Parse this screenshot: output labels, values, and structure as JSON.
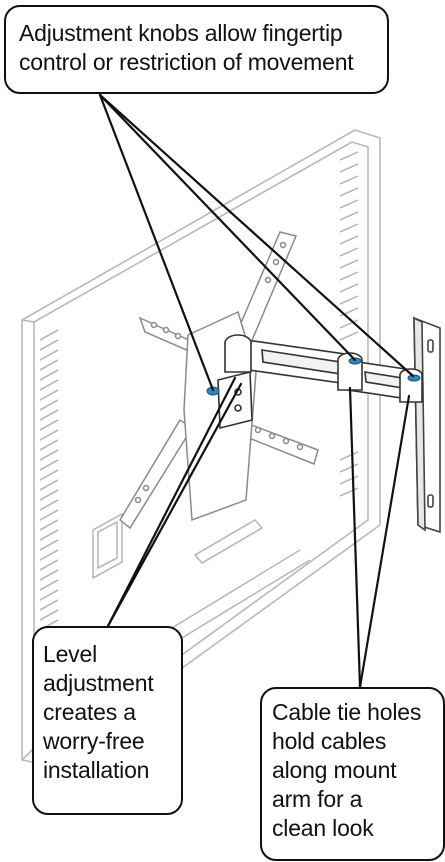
{
  "callouts": {
    "knobs": {
      "lines": [
        "Adjustment knobs allow fingertip",
        "control or restriction of movement"
      ]
    },
    "level": {
      "lines": [
        "Level",
        "adjustment",
        "creates a",
        "worry-free",
        "installation"
      ]
    },
    "cable": {
      "lines": [
        "Cable tie holes",
        "hold cables",
        "along mount",
        "arm for a",
        "clean look"
      ]
    }
  },
  "colors": {
    "line": "#111111",
    "drawing_stroke": "#b9b9b9",
    "bracket_stroke": "#444444",
    "knob_accent": "#2f87b5"
  }
}
